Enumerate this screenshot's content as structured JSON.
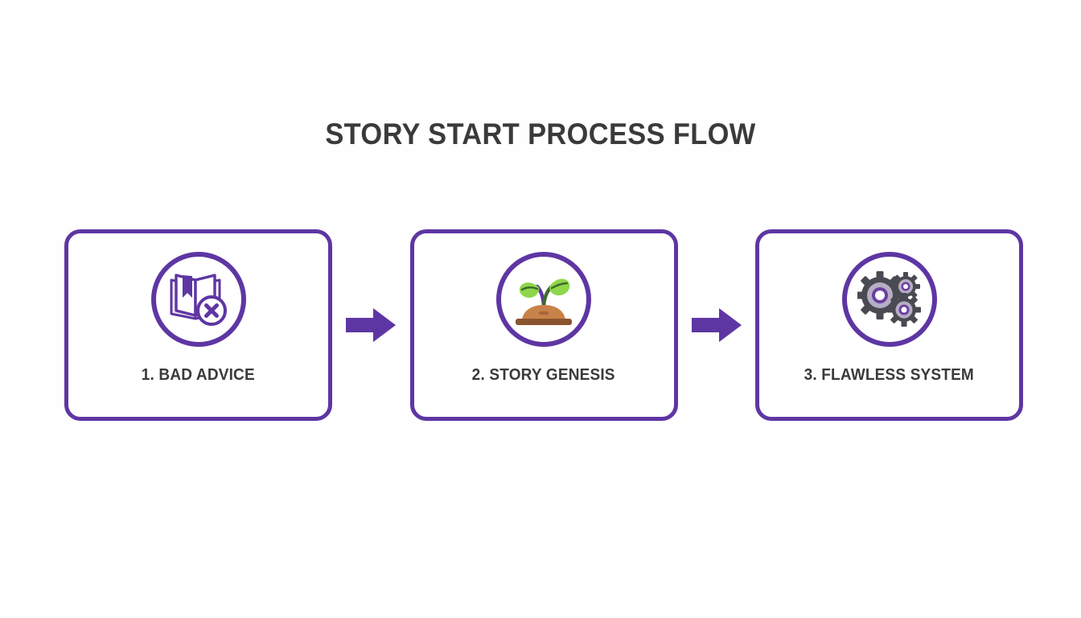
{
  "slide": {
    "title": "STORY START PROCESS FLOW",
    "background_color": "#fefefe",
    "accent_color": "#5e36a3",
    "text_color": "#3a3a3a"
  },
  "flow": {
    "steps": [
      {
        "label": "1. BAD ADVICE",
        "icon": "book-with-x-icon",
        "icon_colors": {
          "outline": "#5e36a3",
          "fill": "#ffffff",
          "tint": "#e9e2f4"
        }
      },
      {
        "label": "2. STORY GENESIS",
        "icon": "seedling-sprout-icon",
        "icon_colors": {
          "leaf": "#8ed64a",
          "stem": "#5e36a3",
          "soil": "#c8824a",
          "soil_base": "#8a5430"
        }
      },
      {
        "label": "3. FLAWLESS SYSTEM",
        "icon": "gears-icon",
        "icon_colors": {
          "teeth": "#4a4a52",
          "disc": "#b5aec4",
          "ring": "#6b3fa0",
          "center": "#ffffff"
        }
      }
    ],
    "connectors": [
      {
        "icon": "arrow-right-icon",
        "color": "#5e36a3"
      },
      {
        "icon": "arrow-right-icon",
        "color": "#5e36a3"
      }
    ]
  }
}
